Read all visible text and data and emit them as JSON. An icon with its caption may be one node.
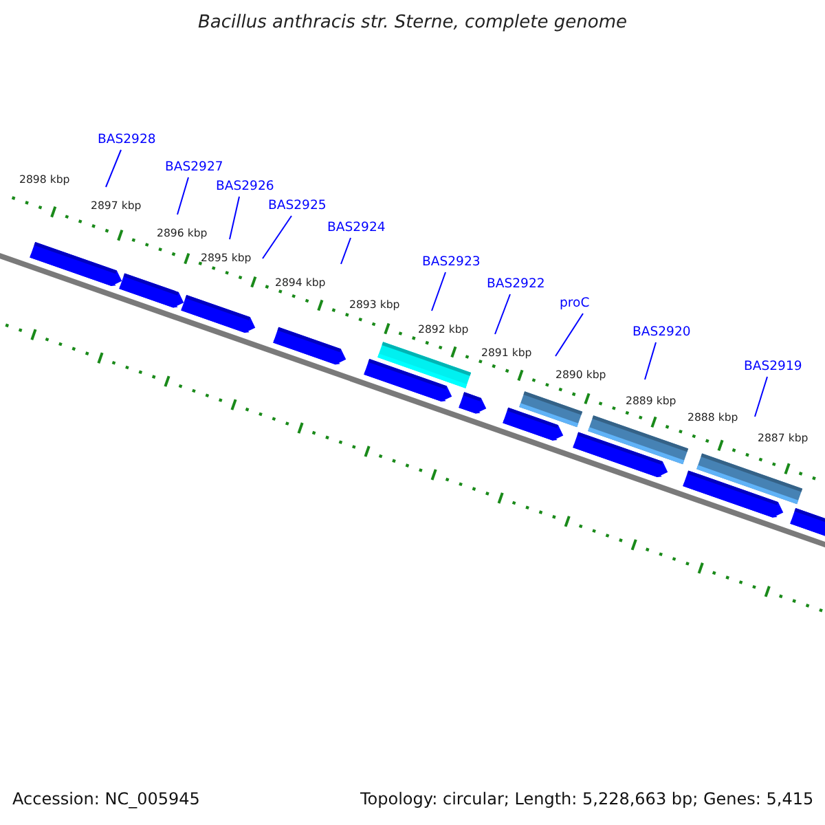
{
  "diagram": {
    "title": "Bacillus anthracis str. Sterne, complete genome",
    "nodes": [
      {
        "text": [
          "BAS2928"
        ]
      },
      {
        "text": [
          "BAS2927"
        ]
      },
      {
        "text": [
          "BAS2926"
        ]
      },
      {
        "text": [
          "BAS2925"
        ]
      },
      {
        "text": [
          "BAS2924"
        ]
      },
      {
        "text": [
          "BAS2923"
        ]
      },
      {
        "text": [
          "BAS2922"
        ]
      },
      {
        "text": [
          "proC"
        ]
      },
      {
        "text": [
          "BAS2920"
        ]
      },
      {
        "text": [
          "BAS2919"
        ]
      }
    ],
    "edges": [
      {
        "from": 0,
        "to": null,
        "arrow": "none"
      },
      {
        "from": 1,
        "to": null,
        "arrow": "none"
      },
      {
        "from": 2,
        "to": null,
        "arrow": "none"
      },
      {
        "from": 3,
        "to": null,
        "arrow": "none"
      },
      {
        "from": 4,
        "to": null,
        "arrow": "none"
      },
      {
        "from": 5,
        "to": null,
        "arrow": "none"
      },
      {
        "from": 6,
        "to": null,
        "arrow": "none"
      },
      {
        "from": 7,
        "to": null,
        "arrow": "none"
      },
      {
        "from": 8,
        "to": null,
        "arrow": "none"
      },
      {
        "from": 9,
        "to": null,
        "arrow": "none"
      }
    ],
    "labels": [
      "2898 kbp",
      "2897 kbp",
      "2896 kbp",
      "2895 kbp",
      "2894 kbp",
      "2893 kbp",
      "2892 kbp",
      "2891 kbp",
      "2890 kbp",
      "2889 kbp",
      "2888 kbp",
      "2887 kbp",
      "Accession: NC_005945",
      "Topology: circular; Length: 5,228,663 bp; Genes: 5,415"
    ]
  }
}
